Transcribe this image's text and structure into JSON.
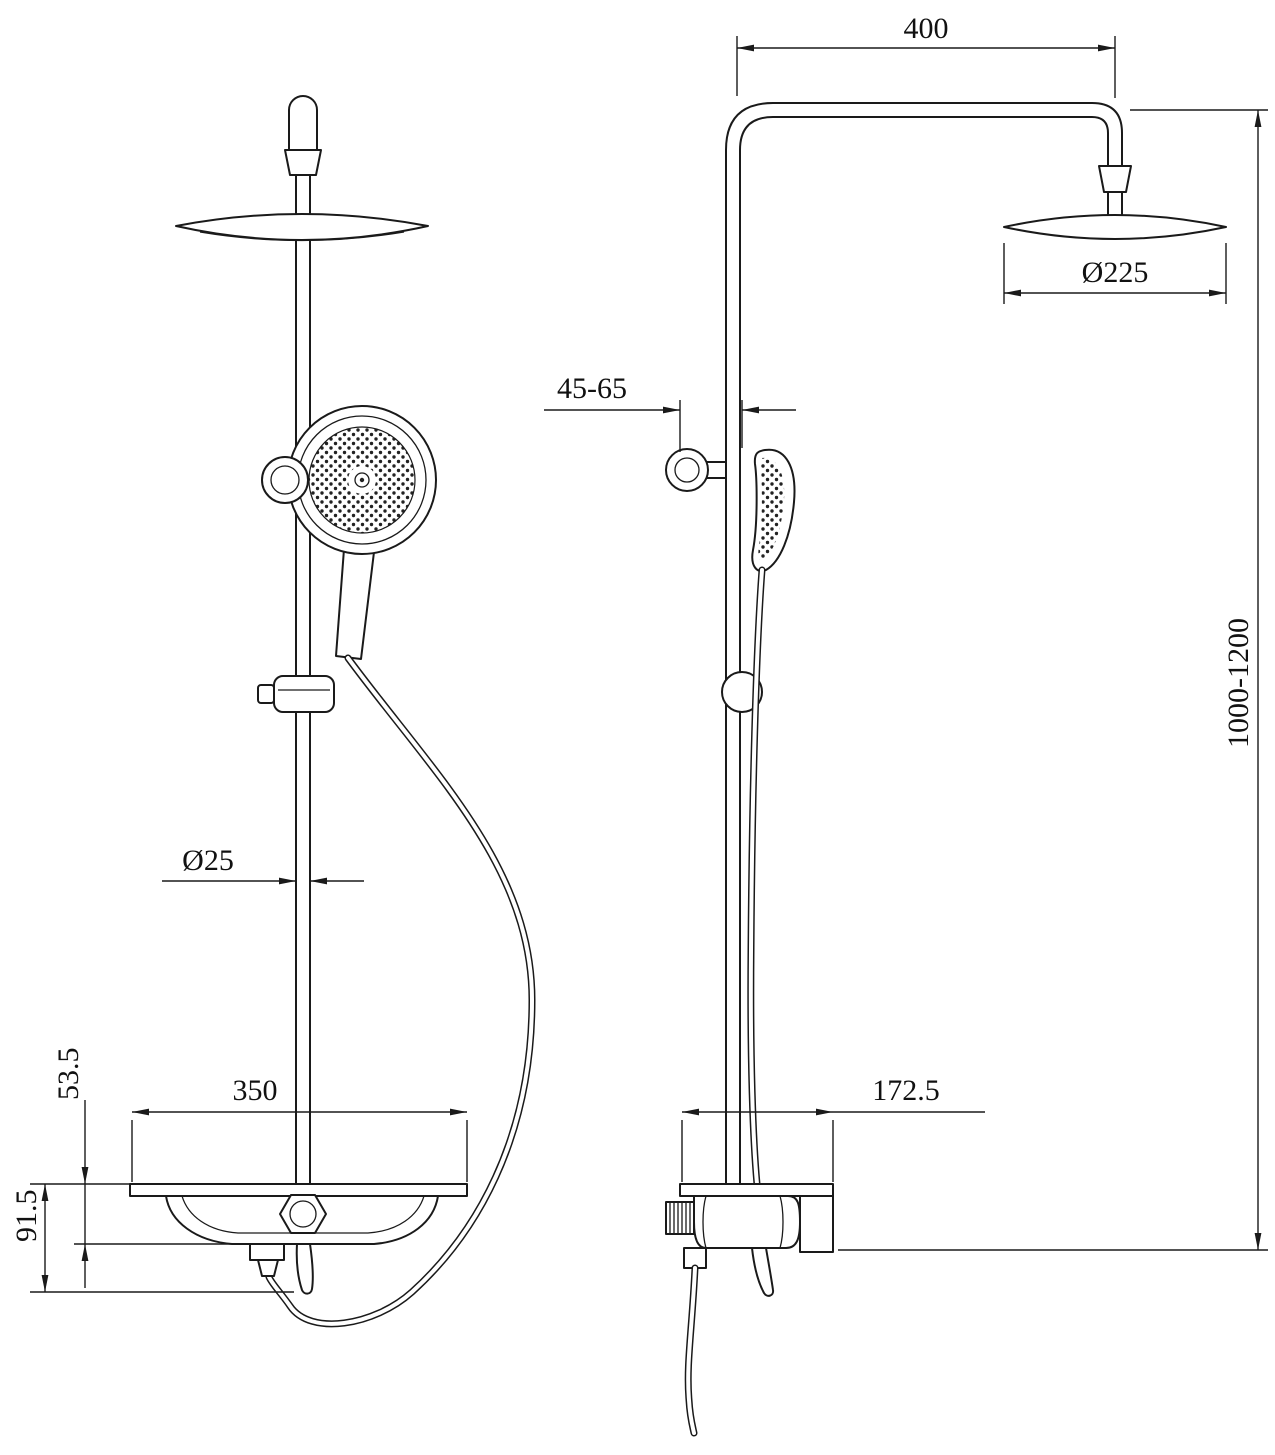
{
  "drawing": {
    "dims": {
      "arm_length": "400",
      "head_diameter": "Ø225",
      "wall_clearance": "45-65",
      "height_range": "1000-1200",
      "pipe_diameter": "Ø25",
      "shelf_width": "350",
      "shelf_drop": "53.5",
      "body_drop": "91.5",
      "mixer_width": "172.5"
    }
  }
}
